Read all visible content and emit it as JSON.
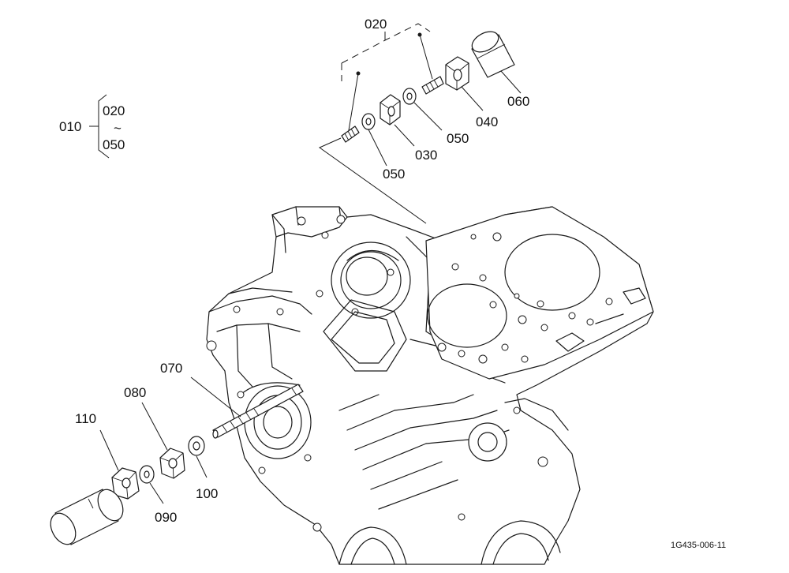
{
  "diagram": {
    "labels": {
      "p010": "010",
      "range_from": "020",
      "range_tilde": "~",
      "range_to": "050",
      "p020": "020",
      "p030": "030",
      "p040": "040",
      "p050a": "050",
      "p050b": "050",
      "p060": "060",
      "p070": "070",
      "p080": "080",
      "p090": "090",
      "p100": "100",
      "p110": "110",
      "ref_code": "1G435-006-11"
    },
    "colors": {
      "line": "#1a1a1a",
      "background": "#ffffff"
    }
  }
}
